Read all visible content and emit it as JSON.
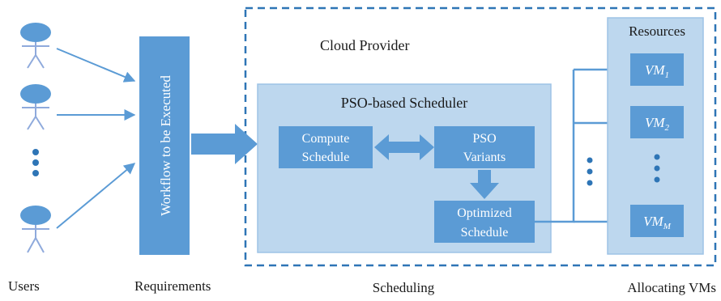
{
  "labels": {
    "cloud_provider": "Cloud Provider",
    "resources": "Resources",
    "scheduler_title": "PSO-based Scheduler",
    "workflow": "Workflow to be Executed",
    "compute_line1": "Compute",
    "compute_line2": "Schedule",
    "pso_line1": "PSO",
    "pso_line2": "Variants",
    "optimized_line1": "Optimized",
    "optimized_line2": "Schedule",
    "vm_base": "VM",
    "vm1_sub": "1",
    "vm2_sub": "2",
    "vmm_sub": "M"
  },
  "captions": {
    "users": "Users",
    "requirements": "Requirements",
    "scheduling": "Scheduling",
    "allocating": "Allocating VMs"
  },
  "colors": {
    "box_blue": "#5b9bd5",
    "panel_blue": "#bdd7ee",
    "outline_blue": "#2e75b6",
    "arrow_blue": "#5b9bd5",
    "text_dark": "#1a1a1a",
    "text_white": "#ffffff"
  },
  "icons": {
    "user": "stick-figure-icon",
    "ellipsis": "vertical-dots-icon"
  }
}
